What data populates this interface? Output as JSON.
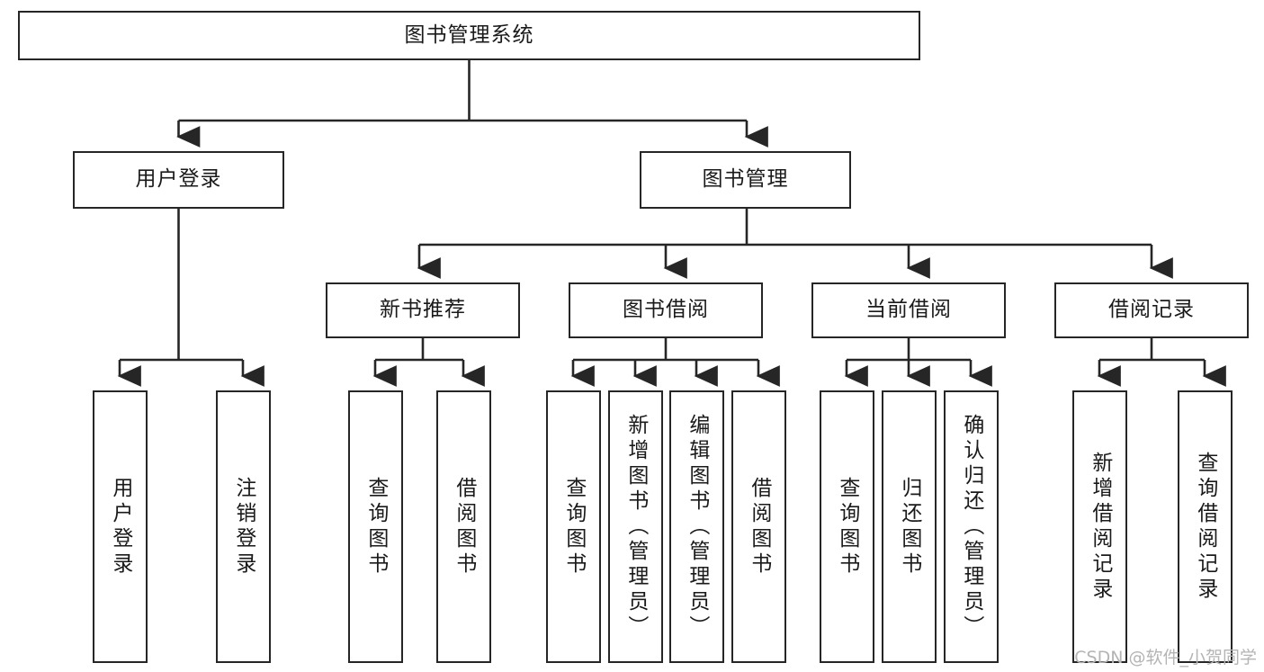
{
  "diagram": {
    "title": "图书管理系统",
    "root": {
      "label": "图书管理系统"
    },
    "level2": [
      {
        "label": "用户登录"
      },
      {
        "label": "图书管理"
      }
    ],
    "level3": [
      {
        "label": "新书推荐"
      },
      {
        "label": "图书借阅"
      },
      {
        "label": "当前借阅"
      },
      {
        "label": "借阅记录"
      }
    ],
    "leaves": {
      "user_login": [
        {
          "label": "用户登录"
        },
        {
          "label": "注销登录"
        }
      ],
      "new_book_recommend": [
        {
          "label": "查询图书"
        },
        {
          "label": "借阅图书"
        }
      ],
      "book_borrow": [
        {
          "label": "查询图书"
        },
        {
          "label": "新增图书（管理员）"
        },
        {
          "label": "编辑图书（管理员）"
        },
        {
          "label": "借阅图书"
        }
      ],
      "current_borrow": [
        {
          "label": "查询图书"
        },
        {
          "label": "归还图书"
        },
        {
          "label": "确认归还（管理员）"
        }
      ],
      "borrow_record": [
        {
          "label": "新增借阅记录"
        },
        {
          "label": "查询借阅记录"
        }
      ]
    }
  },
  "watermark": {
    "text": "CSDN @软件_小贺同学"
  },
  "colors": {
    "stroke": "#262626",
    "fill": "#ffffff",
    "text": "#1a1a1a",
    "watermark": "#b4b4b4"
  }
}
